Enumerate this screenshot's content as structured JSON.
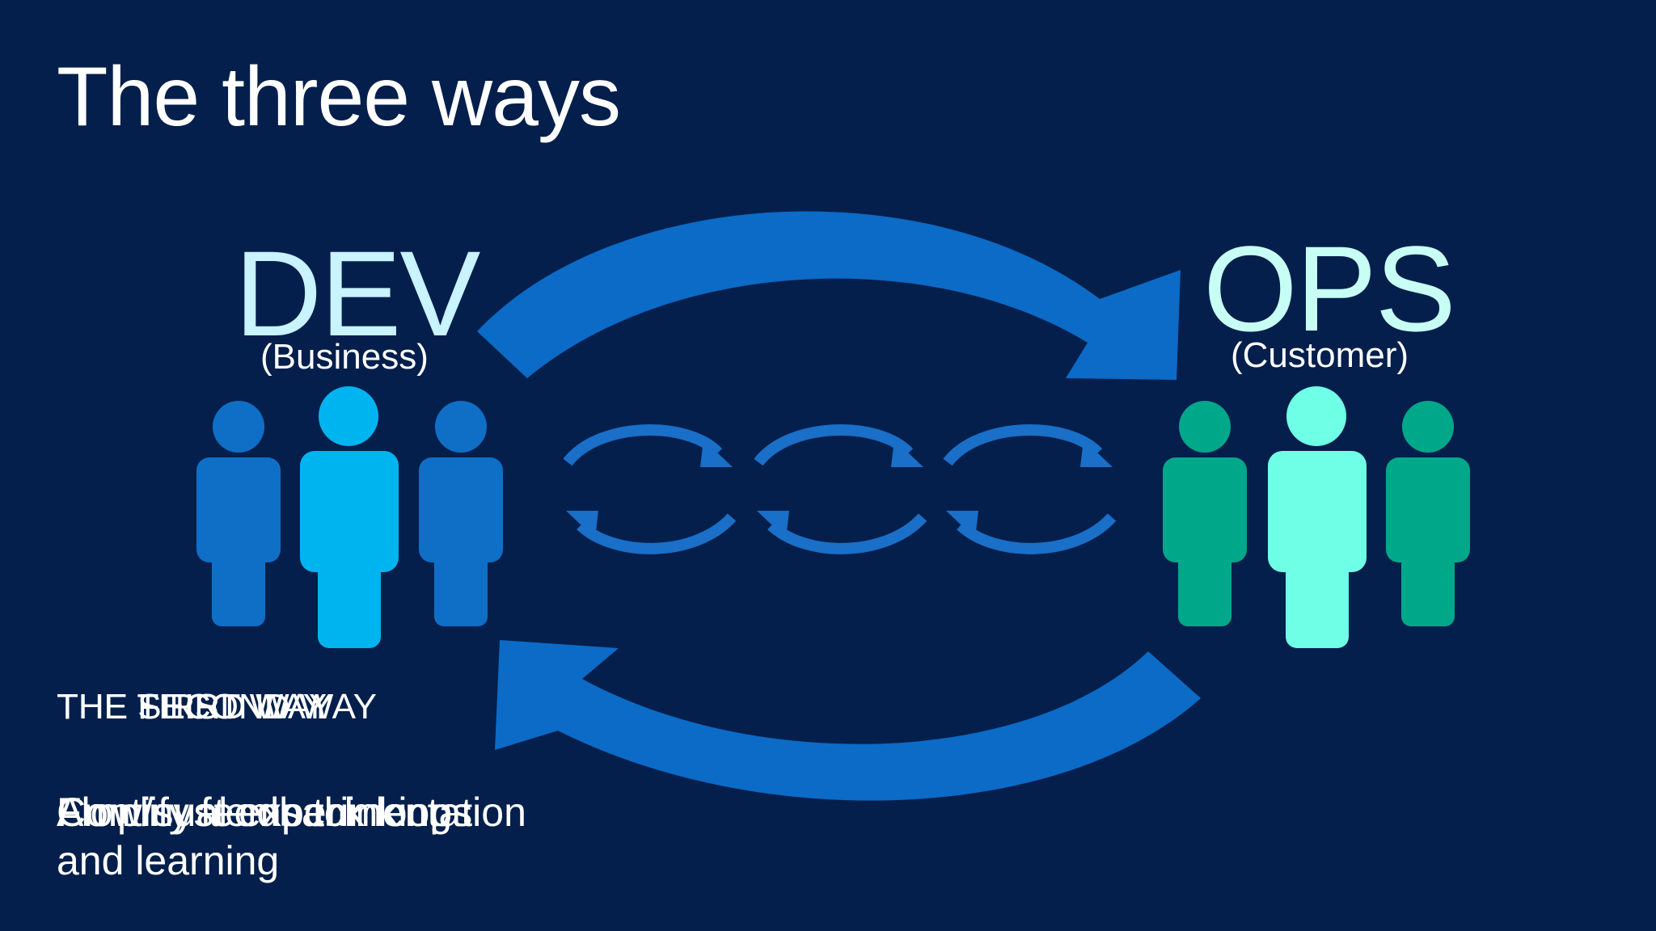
{
  "title": "The three ways",
  "dev": {
    "label": "DEV",
    "sublabel": "(Business)"
  },
  "ops": {
    "label": "OPS",
    "sublabel": "(Customer)"
  },
  "ways": [
    {
      "heading": "THE FIRST WAY",
      "description": "Flow/systems thinking"
    },
    {
      "heading": "THE SECOND WAY",
      "description": "Amplify feedback loops"
    },
    {
      "heading": "THE THIRD WAY",
      "description": "Continual experimentation and learning"
    }
  ],
  "colors": {
    "background": "#041f4c",
    "big_arrow": "#0b6bc7",
    "small_arrows": "#1a6fc8",
    "dev_outer": "#0f6fc6",
    "dev_center": "#00b4f0",
    "ops_outer": "#00a88a",
    "ops_center": "#6fffe6"
  }
}
